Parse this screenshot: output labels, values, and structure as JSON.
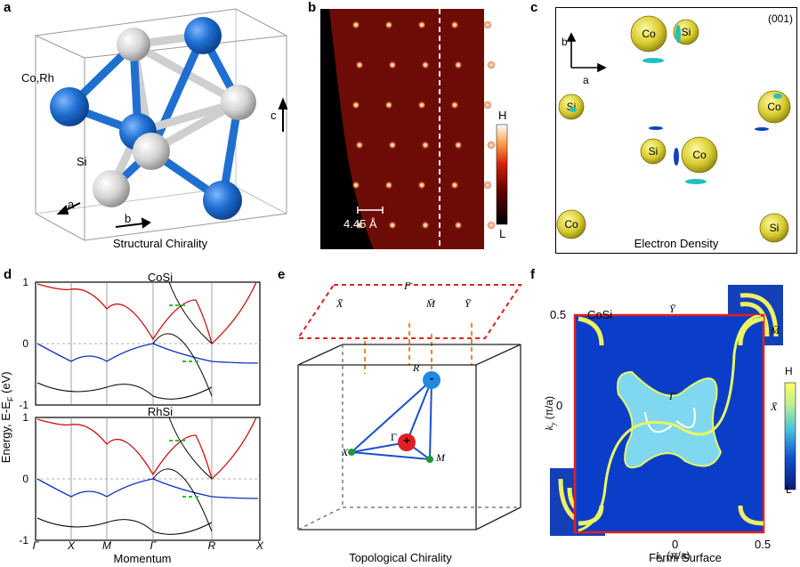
{
  "panels": {
    "a": {
      "label": "a",
      "caption": "Structural Chirality",
      "atom_co": "Co,Rh",
      "atom_si": "Si",
      "axis_a": "a",
      "axis_b": "b",
      "axis_c": "c",
      "colors": {
        "co": "#1f6fd1",
        "si": "#d8d8d8",
        "bond_si": "#c8c8c8"
      }
    },
    "b": {
      "label": "b",
      "scale": "4.45 Å",
      "cbar_high": "H",
      "cbar_low": "L"
    },
    "c": {
      "label": "c",
      "plane": "(001)",
      "caption": "Electron Density",
      "axis_a": "a",
      "axis_b": "b",
      "atoms": [
        "Co",
        "Si",
        "Si",
        "Co",
        "Si",
        "Co",
        "Co",
        "Si"
      ]
    },
    "d": {
      "label": "d",
      "top_title": "CoSi",
      "bottom_title": "RhSi",
      "ylabel": "Energy, E-E",
      "ylabel_sub": "F",
      "ylabel_unit": " (eV)",
      "xlabel": "Momentum",
      "yticks_top": [
        "1",
        "0",
        "-1"
      ],
      "yticks_bottom": [
        "1",
        "0",
        "-1"
      ],
      "xticks": [
        "Γ",
        "X",
        "M",
        "Γ",
        "R",
        "X"
      ]
    },
    "e": {
      "label": "e",
      "caption": "Topological Chirality",
      "surface_pts": [
        "X̄",
        "Γ̄",
        "M̄",
        "Ȳ"
      ],
      "bulk_pts": {
        "R": "R",
        "G": "Γ",
        "X": "X",
        "M": "M"
      },
      "charges": {
        "R": "-",
        "G": "+"
      }
    },
    "f": {
      "label": "f",
      "caption": "Fermi Surface",
      "title": "CoSi",
      "ytick_top": "0.5",
      "ytick_mid": "0",
      "xtick_mid": "0",
      "xtick_right": "0.5",
      "xlabel": "k",
      "xlabel_sub": "x",
      "xlabel_unit": " (π/a)",
      "ylabel": "k",
      "ylabel_sub": "y",
      "ylabel_unit": " (π/a)",
      "pt_Y": "Ȳ",
      "pt_X": "X̄",
      "pt_M": "M̄",
      "pt_G": "Γ̄",
      "cbar_high": "H",
      "cbar_low": "L"
    }
  }
}
